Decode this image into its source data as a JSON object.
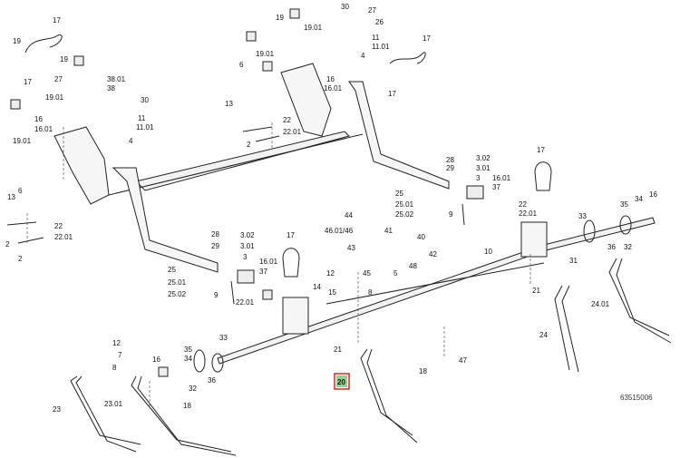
{
  "diagram": {
    "drawing_number": "63515006",
    "highlight_color": "#d6262a",
    "highlight_fill": "#8fd18f",
    "callouts": [
      {
        "id": "c1",
        "text": "17"
      },
      {
        "id": "c2",
        "text": "19"
      },
      {
        "id": "c3",
        "text": "17"
      },
      {
        "id": "c4",
        "text": "19"
      },
      {
        "id": "c5",
        "text": "27"
      },
      {
        "id": "c6",
        "text": "38.01"
      },
      {
        "id": "c7",
        "text": "38"
      },
      {
        "id": "c8",
        "text": "30"
      },
      {
        "id": "c9",
        "text": "19.01"
      },
      {
        "id": "c10",
        "text": "16"
      },
      {
        "id": "c11",
        "text": "16.01"
      },
      {
        "id": "c12",
        "text": "11"
      },
      {
        "id": "c13",
        "text": "11.01"
      },
      {
        "id": "c14",
        "text": "4"
      },
      {
        "id": "c15",
        "text": "19.01"
      },
      {
        "id": "c16",
        "text": "6"
      },
      {
        "id": "c17",
        "text": "13"
      },
      {
        "id": "c18",
        "text": "22"
      },
      {
        "id": "c19",
        "text": "22.01"
      },
      {
        "id": "c20",
        "text": "2"
      },
      {
        "id": "c21",
        "text": "2"
      },
      {
        "id": "c22",
        "text": "19"
      },
      {
        "id": "c23",
        "text": "30"
      },
      {
        "id": "c24",
        "text": "27"
      },
      {
        "id": "c25",
        "text": "26"
      },
      {
        "id": "c26",
        "text": "19.01"
      },
      {
        "id": "c27",
        "text": "11"
      },
      {
        "id": "c28",
        "text": "11.01"
      },
      {
        "id": "c29",
        "text": "4"
      },
      {
        "id": "c30",
        "text": "6"
      },
      {
        "id": "c31",
        "text": "19.01"
      },
      {
        "id": "c32",
        "text": "16"
      },
      {
        "id": "c33",
        "text": "16.01"
      },
      {
        "id": "c34",
        "text": "13"
      },
      {
        "id": "c35",
        "text": "17"
      },
      {
        "id": "c36",
        "text": "17"
      },
      {
        "id": "c37",
        "text": "22"
      },
      {
        "id": "c38",
        "text": "22.01"
      },
      {
        "id": "c39",
        "text": "2"
      },
      {
        "id": "c40",
        "text": "25"
      },
      {
        "id": "c41",
        "text": "25.01"
      },
      {
        "id": "c42",
        "text": "25.02"
      },
      {
        "id": "c43",
        "text": "28"
      },
      {
        "id": "c44",
        "text": "3.02"
      },
      {
        "id": "c45",
        "text": "29"
      },
      {
        "id": "c46",
        "text": "3.01"
      },
      {
        "id": "c47",
        "text": "3"
      },
      {
        "id": "c48",
        "text": "16.01"
      },
      {
        "id": "c49",
        "text": "37"
      },
      {
        "id": "c50",
        "text": "9"
      },
      {
        "id": "c51",
        "text": "17"
      },
      {
        "id": "c52",
        "text": "22"
      },
      {
        "id": "c53",
        "text": "22.01"
      },
      {
        "id": "c54",
        "text": "35"
      },
      {
        "id": "c55",
        "text": "34"
      },
      {
        "id": "c56",
        "text": "16"
      },
      {
        "id": "c57",
        "text": "33"
      },
      {
        "id": "c58",
        "text": "36"
      },
      {
        "id": "c59",
        "text": "32"
      },
      {
        "id": "c60",
        "text": "31"
      },
      {
        "id": "c61",
        "text": "10"
      },
      {
        "id": "c62",
        "text": "44"
      },
      {
        "id": "c63",
        "text": "46.01/46"
      },
      {
        "id": "c64",
        "text": "41"
      },
      {
        "id": "c65",
        "text": "40"
      },
      {
        "id": "c66",
        "text": "43"
      },
      {
        "id": "c67",
        "text": "42"
      },
      {
        "id": "c68",
        "text": "45"
      },
      {
        "id": "c69",
        "text": "48"
      },
      {
        "id": "c70",
        "text": "5"
      },
      {
        "id": "c71",
        "text": "12"
      },
      {
        "id": "c72",
        "text": "15"
      },
      {
        "id": "c73",
        "text": "8"
      },
      {
        "id": "c74",
        "text": "28"
      },
      {
        "id": "c75",
        "text": "3.02"
      },
      {
        "id": "c76",
        "text": "29"
      },
      {
        "id": "c77",
        "text": "3.01"
      },
      {
        "id": "c78",
        "text": "3"
      },
      {
        "id": "c79",
        "text": "16.01"
      },
      {
        "id": "c80",
        "text": "37"
      },
      {
        "id": "c81",
        "text": "9"
      },
      {
        "id": "c82",
        "text": "22.01"
      },
      {
        "id": "c83",
        "text": "14"
      },
      {
        "id": "c84",
        "text": "25"
      },
      {
        "id": "c85",
        "text": "25.01"
      },
      {
        "id": "c86",
        "text": "25.02"
      },
      {
        "id": "c87",
        "text": "17"
      },
      {
        "id": "c88",
        "text": "21"
      },
      {
        "id": "c89",
        "text": "21"
      },
      {
        "id": "c90",
        "text": "24.01"
      },
      {
        "id": "c91",
        "text": "24"
      },
      {
        "id": "c92",
        "text": "12"
      },
      {
        "id": "c93",
        "text": "7"
      },
      {
        "id": "c94",
        "text": "8"
      },
      {
        "id": "c95",
        "text": "16"
      },
      {
        "id": "c96",
        "text": "35"
      },
      {
        "id": "c97",
        "text": "34"
      },
      {
        "id": "c98",
        "text": "33"
      },
      {
        "id": "c99",
        "text": "36"
      },
      {
        "id": "c100",
        "text": "32"
      },
      {
        "id": "c101",
        "text": "18"
      },
      {
        "id": "c102",
        "text": "23.01"
      },
      {
        "id": "c103",
        "text": "23"
      },
      {
        "id": "c104",
        "text": "18"
      },
      {
        "id": "c105",
        "text": "47"
      },
      {
        "id": "c106",
        "text": "20"
      }
    ]
  }
}
